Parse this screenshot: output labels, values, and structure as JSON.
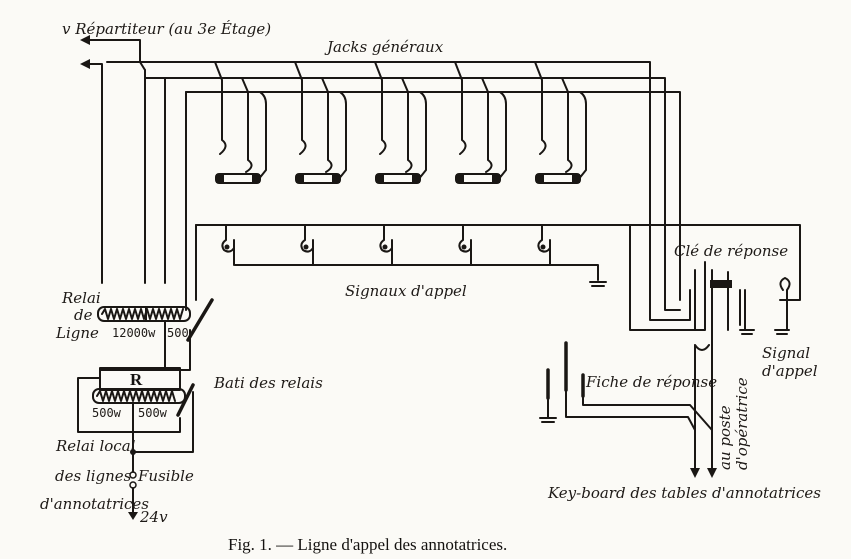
{
  "figure": {
    "caption": "Fig. 1. — Ligne d'appel des annotatrices.",
    "labels": {
      "repartiteur": "v Répartiteur (au 3e Étage)",
      "jacks": "Jacks généraux",
      "signaux": "Signaux d'appel",
      "relai_ligne_1": "Relai",
      "relai_ligne_2": "de",
      "relai_ligne_3": "Ligne",
      "res_12000": "12000w",
      "res_500a": "500",
      "relay_r": "R",
      "res_500b": "500w",
      "res_500c": "500w",
      "bati": "Bati des relais",
      "relai_local_1": "Relai local",
      "relai_local_2": "des lignes",
      "relai_local_3": "d'annotatrices",
      "fusible": "Fusible",
      "volts": "24v",
      "cle": "Clé de réponse",
      "signal_appel_1": "Signal",
      "signal_appel_2": "d'appel",
      "fiche": "Fiche de réponse",
      "poste_1": "au poste",
      "poste_2": "d'opératrice",
      "keyboard": "Key-board des tables d'annotatrices"
    },
    "jack_count": 5,
    "signal_count": 5,
    "ink_color": "#1a1714",
    "paper_color": "#fbfaf6"
  }
}
